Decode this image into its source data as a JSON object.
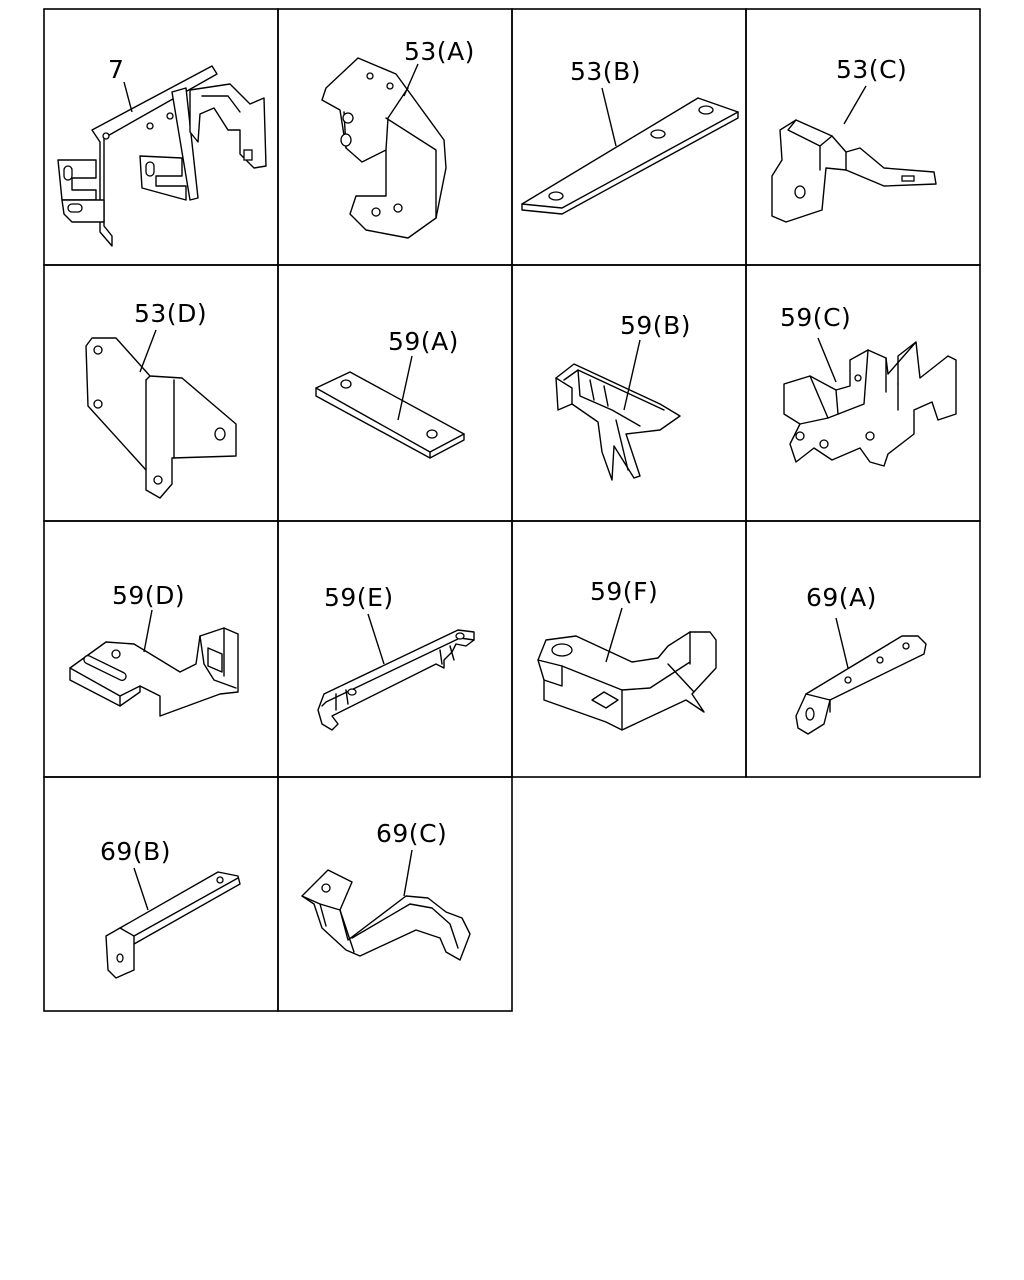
{
  "cells": [
    {
      "id": "7",
      "label": "7"
    },
    {
      "id": "53A",
      "label": "53(A)"
    },
    {
      "id": "53B",
      "label": "53(B)"
    },
    {
      "id": "53C",
      "label": "53(C)"
    },
    {
      "id": "53D",
      "label": "53(D)"
    },
    {
      "id": "59A",
      "label": "59(A)"
    },
    {
      "id": "59B",
      "label": "59(B)"
    },
    {
      "id": "59C",
      "label": "59(C)"
    },
    {
      "id": "59D",
      "label": "59(D)"
    },
    {
      "id": "59E",
      "label": "59(E)"
    },
    {
      "id": "59F",
      "label": "59(F)"
    },
    {
      "id": "69A",
      "label": "69(A)"
    },
    {
      "id": "69B",
      "label": "69(B)"
    },
    {
      "id": "69C",
      "label": "69(C)"
    }
  ]
}
